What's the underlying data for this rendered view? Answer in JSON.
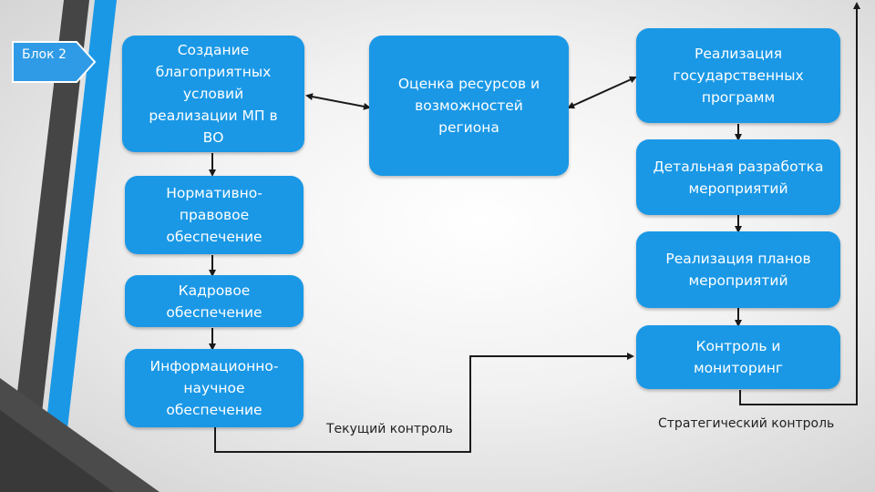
{
  "block_tag": "Блок 2",
  "nodes": {
    "conditions": "Создание\nблагоприятных\nусловий\nреализации МП в\nВО",
    "normative": "Нормативно-\nправовое\nобеспечение",
    "personnel": "Кадровое\nобеспечение",
    "info": "Информационно-\nнаучное\nобеспечение",
    "resources": "Оценка ресурсов и\nвозможностей\nрегиона",
    "state_programs": "Реализация\nгосударственных\nпрограмм",
    "detailed": "Детальная разработка\nмероприятий",
    "plans": "Реализация планов\nмероприятий",
    "monitoring": "Контроль и\nмониторинг"
  },
  "captions": {
    "current": "Текущий контроль",
    "strategic": "Стратегический контроль"
  },
  "colors": {
    "node_fill": "#1a98e6",
    "tag_fill": "#2f9be6",
    "stripe_dark": "#4a4a4a",
    "stripe_blue": "#1a98e6",
    "line": "#1a1a1a"
  }
}
